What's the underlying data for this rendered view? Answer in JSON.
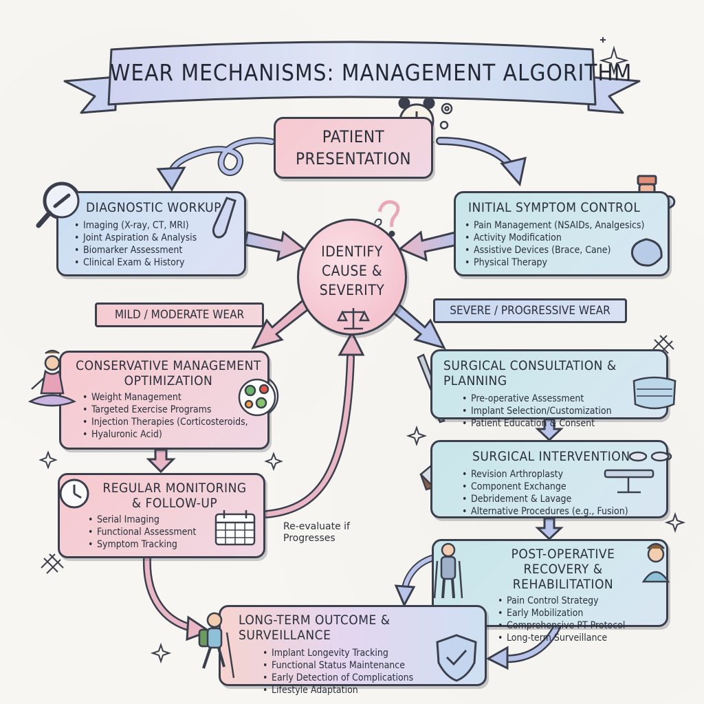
{
  "title": "WEAR MECHANISMS: MANAGEMENT ALGORITHM",
  "start": {
    "title": "PATIENT PRESENTATION"
  },
  "center": {
    "title": "IDENTIFY CAUSE & SEVERITY"
  },
  "diagnostic": {
    "title": "DIAGNOSTIC WORKUP",
    "items": [
      "Imaging (X-ray, CT, MRI)",
      "Joint Aspiration & Analysis",
      "Biomarker Assessment",
      "Clinical Exam & History"
    ]
  },
  "symptom": {
    "title": "INITIAL SYMPTOM CONTROL",
    "items": [
      "Pain Management (NSAIDs, Analgesics)",
      "Activity Modification",
      "Assistive Devices (Brace, Cane)",
      "Physical Therapy"
    ]
  },
  "branches": {
    "mild": "MILD / MODERATE WEAR",
    "severe": "SEVERE / PROGRESSIVE WEAR"
  },
  "conservative": {
    "title": "CONSERVATIVE MANAGEMENT OPTIMIZATION",
    "items": [
      "Weight Management",
      "Targeted Exercise Programs",
      "Injection Therapies (Corticosteroids,",
      "Hyaluronic Acid)"
    ]
  },
  "monitoring": {
    "title": "REGULAR MONITORING & FOLLOW-UP",
    "items": [
      "Serial Imaging",
      "Functional Assessment",
      "Symptom Tracking"
    ]
  },
  "reevaluate": "Re-evaluate if Progresses",
  "surgical_consult": {
    "title": "SURGICAL CONSULTATION & PLANNING",
    "items": [
      "Pre-operative Assessment",
      "Implant Selection/Customization",
      "Patient Education & Consent"
    ]
  },
  "surgical_intervention": {
    "title": "SURGICAL INTERVENTION",
    "items": [
      "Revision Arthroplasty",
      "Component Exchange",
      "Debridement & Lavage",
      "Alternative Procedures (e.g., Fusion)"
    ]
  },
  "postop": {
    "title": "POST-OPERATIVE RECOVERY & REHABILITATION",
    "items": [
      "Pain Control Strategy",
      "Early Mobilization",
      "Comprehensive PT Protocol",
      "Long-term Surveillance"
    ]
  },
  "longterm": {
    "title": "LONG-TERM OUTCOME & SURVEILLANCE",
    "items": [
      "Implant Longevity Tracking",
      "Functional Status Maintenance",
      "Early Detection of Complications",
      "Lifestyle Adaptation"
    ]
  },
  "icons": [
    "alarm-clock-icon",
    "gear-icon",
    "magnifier-bone-icon",
    "test-tube-icon",
    "pill-bottle-icon",
    "capsule-icon",
    "ice-pack-icon",
    "scales-icon",
    "meditation-figure-icon",
    "salad-bowl-icon",
    "wall-clock-icon",
    "calendar-icon",
    "scalpel-icon",
    "surgical-mask-icon",
    "bone-saw-icon",
    "operating-table-icon",
    "surgical-lamp-icon",
    "patient-crutches-icon",
    "nurse-icon",
    "hiker-icon",
    "shield-check-icon",
    "question-mark-icon",
    "sparkle-icon",
    "crosshatch-doodle-icon"
  ],
  "colors": {
    "outline": "#3a3f4b",
    "pink": "#f7c9cf",
    "blue": "#c9ddf0",
    "teal": "#c8e6ea",
    "arrow_pink": "#e9b7c6",
    "arrow_blue": "#b9c4ea"
  }
}
